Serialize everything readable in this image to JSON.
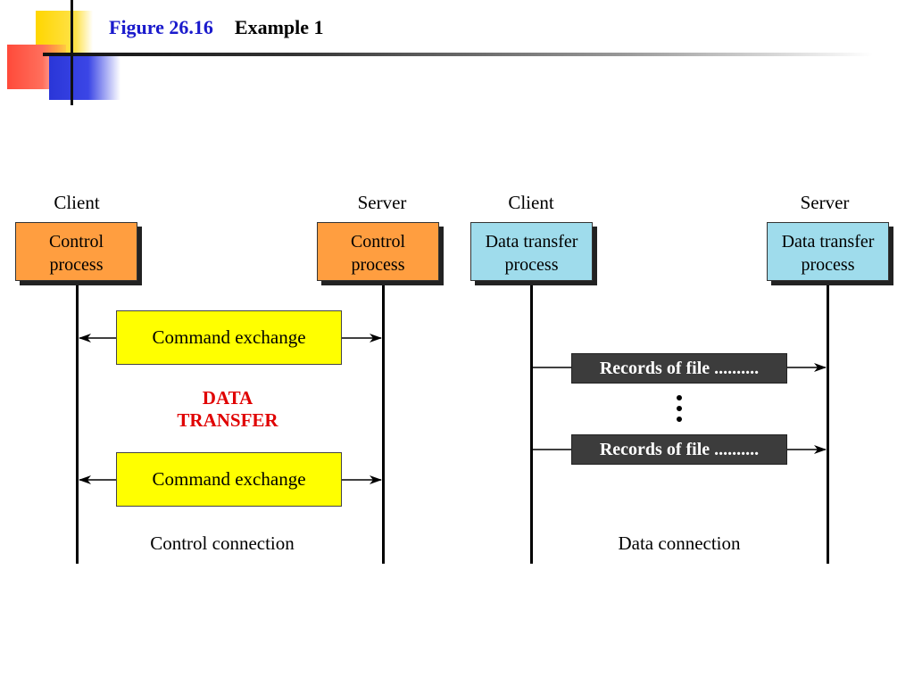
{
  "header": {
    "figure_number": "Figure 26.16",
    "figure_title": "Example 1"
  },
  "control_side": {
    "client_label": "Client",
    "server_label": "Server",
    "client_box": [
      "Control",
      "process"
    ],
    "server_box": [
      "Control",
      "process"
    ],
    "commands": [
      "Command exchange",
      "Command exchange"
    ],
    "data_transfer": [
      "DATA",
      "TRANSFER"
    ],
    "connection_label": "Control connection"
  },
  "data_side": {
    "client_label": "Client",
    "server_label": "Server",
    "client_box": [
      "Data transfer",
      "process"
    ],
    "server_box": [
      "Data transfer",
      "process"
    ],
    "records": [
      "Records of file ..........",
      "Records of file .........."
    ],
    "connection_label": "Data connection"
  },
  "colors": {
    "control_box": "#ff9e40",
    "data_box": "#9fdcec",
    "command_box": "#ffff00",
    "record_box": "#3c3c3c",
    "data_transfer_text": "#e00000",
    "figure_number_text": "#1a1acc"
  }
}
